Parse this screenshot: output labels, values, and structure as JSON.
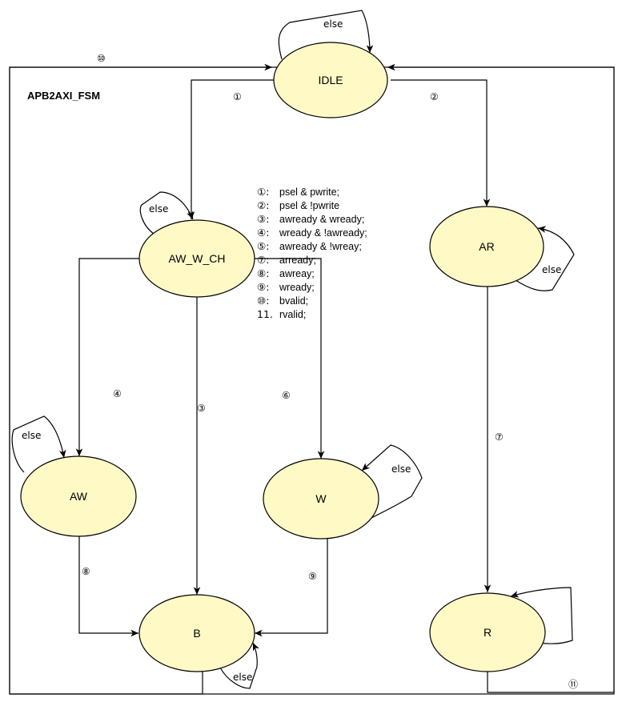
{
  "diagram": {
    "title": "APB2AXI_FSM",
    "states": {
      "idle": "IDLE",
      "aw_w_ch": "AW_W_CH",
      "ar": "AR",
      "aw": "AW",
      "w": "W",
      "b": "B",
      "r": "R"
    },
    "self_loop_label": "else",
    "edge_labels": {
      "e1": "①",
      "e2": "②",
      "e3": "③",
      "e4": "④",
      "e6": "⑥",
      "e7": "⑦",
      "e8": "⑧",
      "e9": "⑨",
      "e10": "⑩",
      "e11": "⑪"
    },
    "legend": [
      {
        "num": "①:",
        "cond": "psel & pwrite;"
      },
      {
        "num": "②:",
        "cond": "psel & !pwrite"
      },
      {
        "num": "③:",
        "cond": "awready & wready;"
      },
      {
        "num": "④:",
        "cond": "wready & !awready;"
      },
      {
        "num": "⑤:",
        "cond": "awready & !wreay;"
      },
      {
        "num": "⑦:",
        "cond": "arready;"
      },
      {
        "num": "⑧:",
        "cond": "awreay;"
      },
      {
        "num": "⑨:",
        "cond": "wready;"
      },
      {
        "num": "⑩:",
        "cond": "bvalid;"
      },
      {
        "num": "11.",
        "cond": "rvalid;"
      }
    ]
  }
}
